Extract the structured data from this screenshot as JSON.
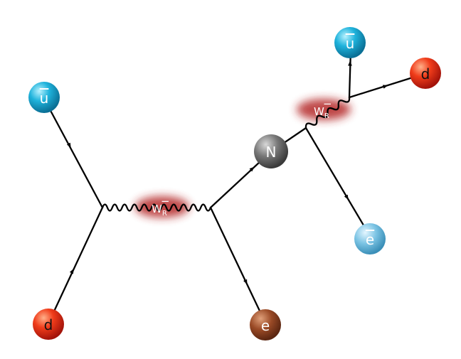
{
  "particles": {
    "u_bar_in": {
      "label": "u",
      "color": "#1aa6cf"
    },
    "d_in": {
      "label": "d",
      "color": "#e8341a"
    },
    "e_out": {
      "label": "e",
      "color": "#9a4a26"
    },
    "n": {
      "label": "N",
      "color": "#6f6f6f"
    },
    "u_bar_out": {
      "label": "u",
      "color": "#1aa6cf"
    },
    "d_out": {
      "label": "d",
      "color": "#e8341a"
    },
    "e_bar_out": {
      "label": "e",
      "color": "#66b3d6"
    }
  },
  "bosons": {
    "w_left": {
      "label": "W",
      "subscript": "R",
      "charge": "−",
      "color": "#b42828"
    },
    "w_right": {
      "label": "W",
      "subscript": "R",
      "charge": "−",
      "color": "#b42828"
    }
  }
}
